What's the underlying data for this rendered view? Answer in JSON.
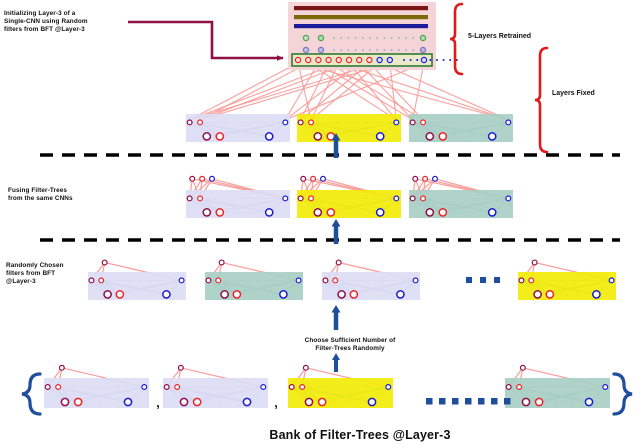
{
  "diagram": {
    "title": "Bank of Filter-Trees @Layer-3",
    "labels": {
      "init_layer3": "Initializing Layer-3 of a\nSingle-CNN using Random\nfilters from BFT @Layer-3",
      "fusing": "Fusing Filter-Trees\nfrom the same CNNs",
      "randomly_chosen": "Randomly Chosen\nfilters from BFT\n@Layer-3",
      "choose_sufficient": "Choose Sufficient Number of\nFilter-Trees Randomly",
      "five_layers_retrained": "5-Layers Retrained",
      "layers_fixed": "Layers Fixed",
      "comma_1": ",",
      "comma_2": ","
    },
    "colors": {
      "accent_red_brace": "#e01b1b",
      "dark_red_arrow": "#8e1046",
      "blue_arrow": "#1f4e9c",
      "pink_panel": "#f4d4d6",
      "block_lavender": "#dcdcf4",
      "block_yellow": "#f2ec08",
      "block_teal": "#a8cfc4",
      "edge_pink": "#f99a97",
      "edge_blue": "#8fadd6",
      "node_red": "#e8262a",
      "node_blue": "#1c1cd0",
      "node_maroon": "#8e1046",
      "bar_maroon": "#7c1515",
      "bar_olive": "#7d6a0b",
      "bar_navy": "#1b1b9c",
      "green_border": "#2f7d32",
      "dash_black": "#000000"
    },
    "cnn_panel": {
      "bars": [
        "bar_maroon",
        "bar_olive",
        "bar_navy"
      ],
      "dot_rows": [
        {
          "name": "green-dot-row",
          "color": "#6fbf73",
          "count": 14
        },
        {
          "name": "purple-dot-row",
          "color": "#8f8fd0",
          "count": 14
        }
      ],
      "layer3_row": {
        "name": "layer3-initialized-row",
        "red_nodes": 8,
        "blue_nodes": 2,
        "trailing_dots": 9,
        "end_node": "blue"
      }
    },
    "rows": [
      {
        "name": "row-layers-fixed",
        "blocks": [
          {
            "fill": "block_lavender",
            "top_nodes": 0
          },
          {
            "fill": "block_yellow",
            "top_nodes": 0
          },
          {
            "fill": "block_teal",
            "top_nodes": 0
          }
        ]
      },
      {
        "name": "row-fusing-filter-trees",
        "blocks": [
          {
            "fill": "block_lavender",
            "top_nodes": 3
          },
          {
            "fill": "block_yellow",
            "top_nodes": 3
          },
          {
            "fill": "block_teal",
            "top_nodes": 3
          }
        ]
      },
      {
        "name": "row-randomly-chosen",
        "blocks": [
          {
            "fill": "block_lavender",
            "top_nodes": 1
          },
          {
            "fill": "block_teal",
            "top_nodes": 1
          },
          {
            "fill": "block_lavender",
            "top_nodes": 1
          },
          {
            "fill": "block_yellow",
            "top_nodes": 1
          }
        ],
        "ellipsis_squares": 3
      },
      {
        "name": "row-bank-of-filter-trees",
        "blocks": [
          {
            "fill": "block_lavender",
            "top_nodes": 1
          },
          {
            "fill": "block_lavender",
            "top_nodes": 1
          },
          {
            "fill": "block_yellow",
            "top_nodes": 1
          },
          {
            "fill": "block_teal",
            "top_nodes": 1
          }
        ],
        "ellipsis_squares": 7
      }
    ]
  }
}
